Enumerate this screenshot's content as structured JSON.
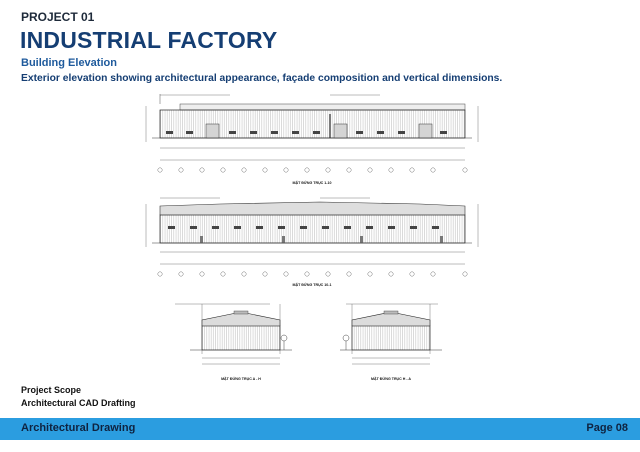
{
  "header": {
    "kicker": "PROJECT 01",
    "title": "INDUSTRIAL FACTORY",
    "subtitle": "Building Elevation",
    "description": "Exterior elevation showing architectural appearance, façade composition and vertical dimensions."
  },
  "drawing": {
    "labels": {
      "front_elevation": "MẶT ĐỨNG TRỤC 1-10",
      "rear_elevation": "MẶT ĐỨNG TRỤC 10-1",
      "side_elevation_left": "MẶT ĐỨNG TRỤC A - H",
      "side_elevation_right": "MẶT ĐỨNG TRỤC H - A"
    }
  },
  "scope": {
    "heading": "Project Scope",
    "item": "Architectural CAD Drafting"
  },
  "footer": {
    "left": "Architectural Drawing",
    "right": "Page 08"
  },
  "colors": {
    "title": "#153e73",
    "subtitle": "#1e5a9c",
    "footer_bar": "#2b9de0",
    "footer_text": "#0f2340"
  }
}
